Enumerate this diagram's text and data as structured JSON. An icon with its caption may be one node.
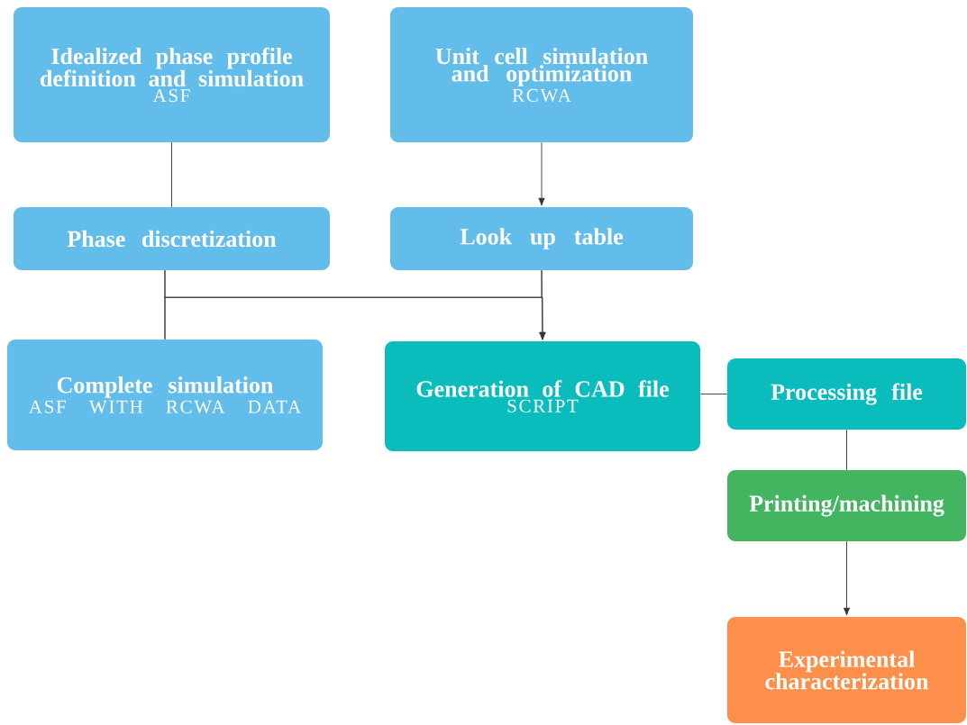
{
  "diagram": {
    "nodes": [
      {
        "text": [
          "Idealized phase profile definition and simulation",
          "ASF"
        ]
      },
      {
        "text": [
          "Unit cell simulation and optimization",
          "RCWA"
        ]
      },
      {
        "text": [
          "Phase discretization"
        ]
      },
      {
        "text": [
          "Look up table"
        ]
      },
      {
        "text": [
          "Complete simulation",
          "ASF WITH RCWA DATA"
        ]
      },
      {
        "text": [
          "Generation of CAD file",
          "SCRIPT"
        ]
      },
      {
        "text": [
          "Processing file"
        ]
      },
      {
        "text": [
          "Printing/machining"
        ]
      },
      {
        "text": [
          "Experimental characterization"
        ]
      }
    ],
    "edges": [
      {
        "from": 0,
        "to": 2,
        "arrow": "none"
      },
      {
        "from": 1,
        "to": 3,
        "arrow": "to"
      },
      {
        "from": 2,
        "to": 4,
        "arrow": "none"
      },
      {
        "from": 2,
        "to": 5,
        "arrow": "to"
      },
      {
        "from": 3,
        "to": 4,
        "arrow": "none"
      },
      {
        "from": 3,
        "to": 5,
        "arrow": "to"
      },
      {
        "from": 5,
        "to": 6,
        "arrow": "none"
      },
      {
        "from": 6,
        "to": 7,
        "arrow": "none"
      },
      {
        "from": 7,
        "to": 8,
        "arrow": "to"
      }
    ]
  }
}
